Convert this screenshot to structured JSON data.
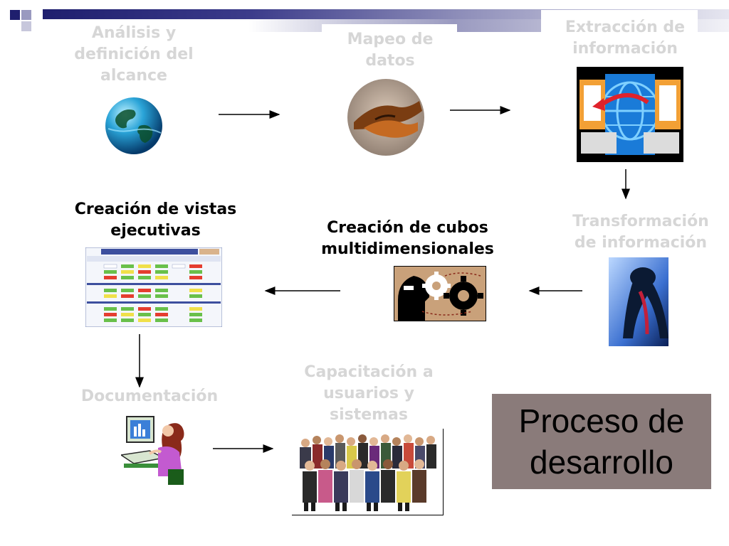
{
  "title": "Proceso de\ndesarrollo",
  "steps": {
    "analisis": "Análisis y\ndefinición del\nalcance",
    "mapeo": "Mapeo de\ndatos",
    "extraccion": "Extracción de\ninformación",
    "transformacion": "Transformación\nde información",
    "cubos": "Creación de cubos\nmultidimensionales",
    "vistas": "Creación de vistas\nejecutivas",
    "documentacion": "Documentación",
    "capacitacion": "Capacitación a\nusuarios y\nsistemas"
  },
  "icons": {
    "analisis": "globe-icon",
    "mapeo": "handshake-icon",
    "extraccion": "computers-exchange-icon",
    "transformacion": "abstract-figure-icon",
    "cubos": "head-gears-icon",
    "vistas": "dashboard-table-icon",
    "documentacion": "woman-at-computer-icon",
    "capacitacion": "crowd-icon"
  },
  "colors": {
    "inactive_label": "#d6d6d6",
    "active_label": "#000000",
    "title_box": "#8a7b7a",
    "header_dark": "#1f1f6e"
  }
}
